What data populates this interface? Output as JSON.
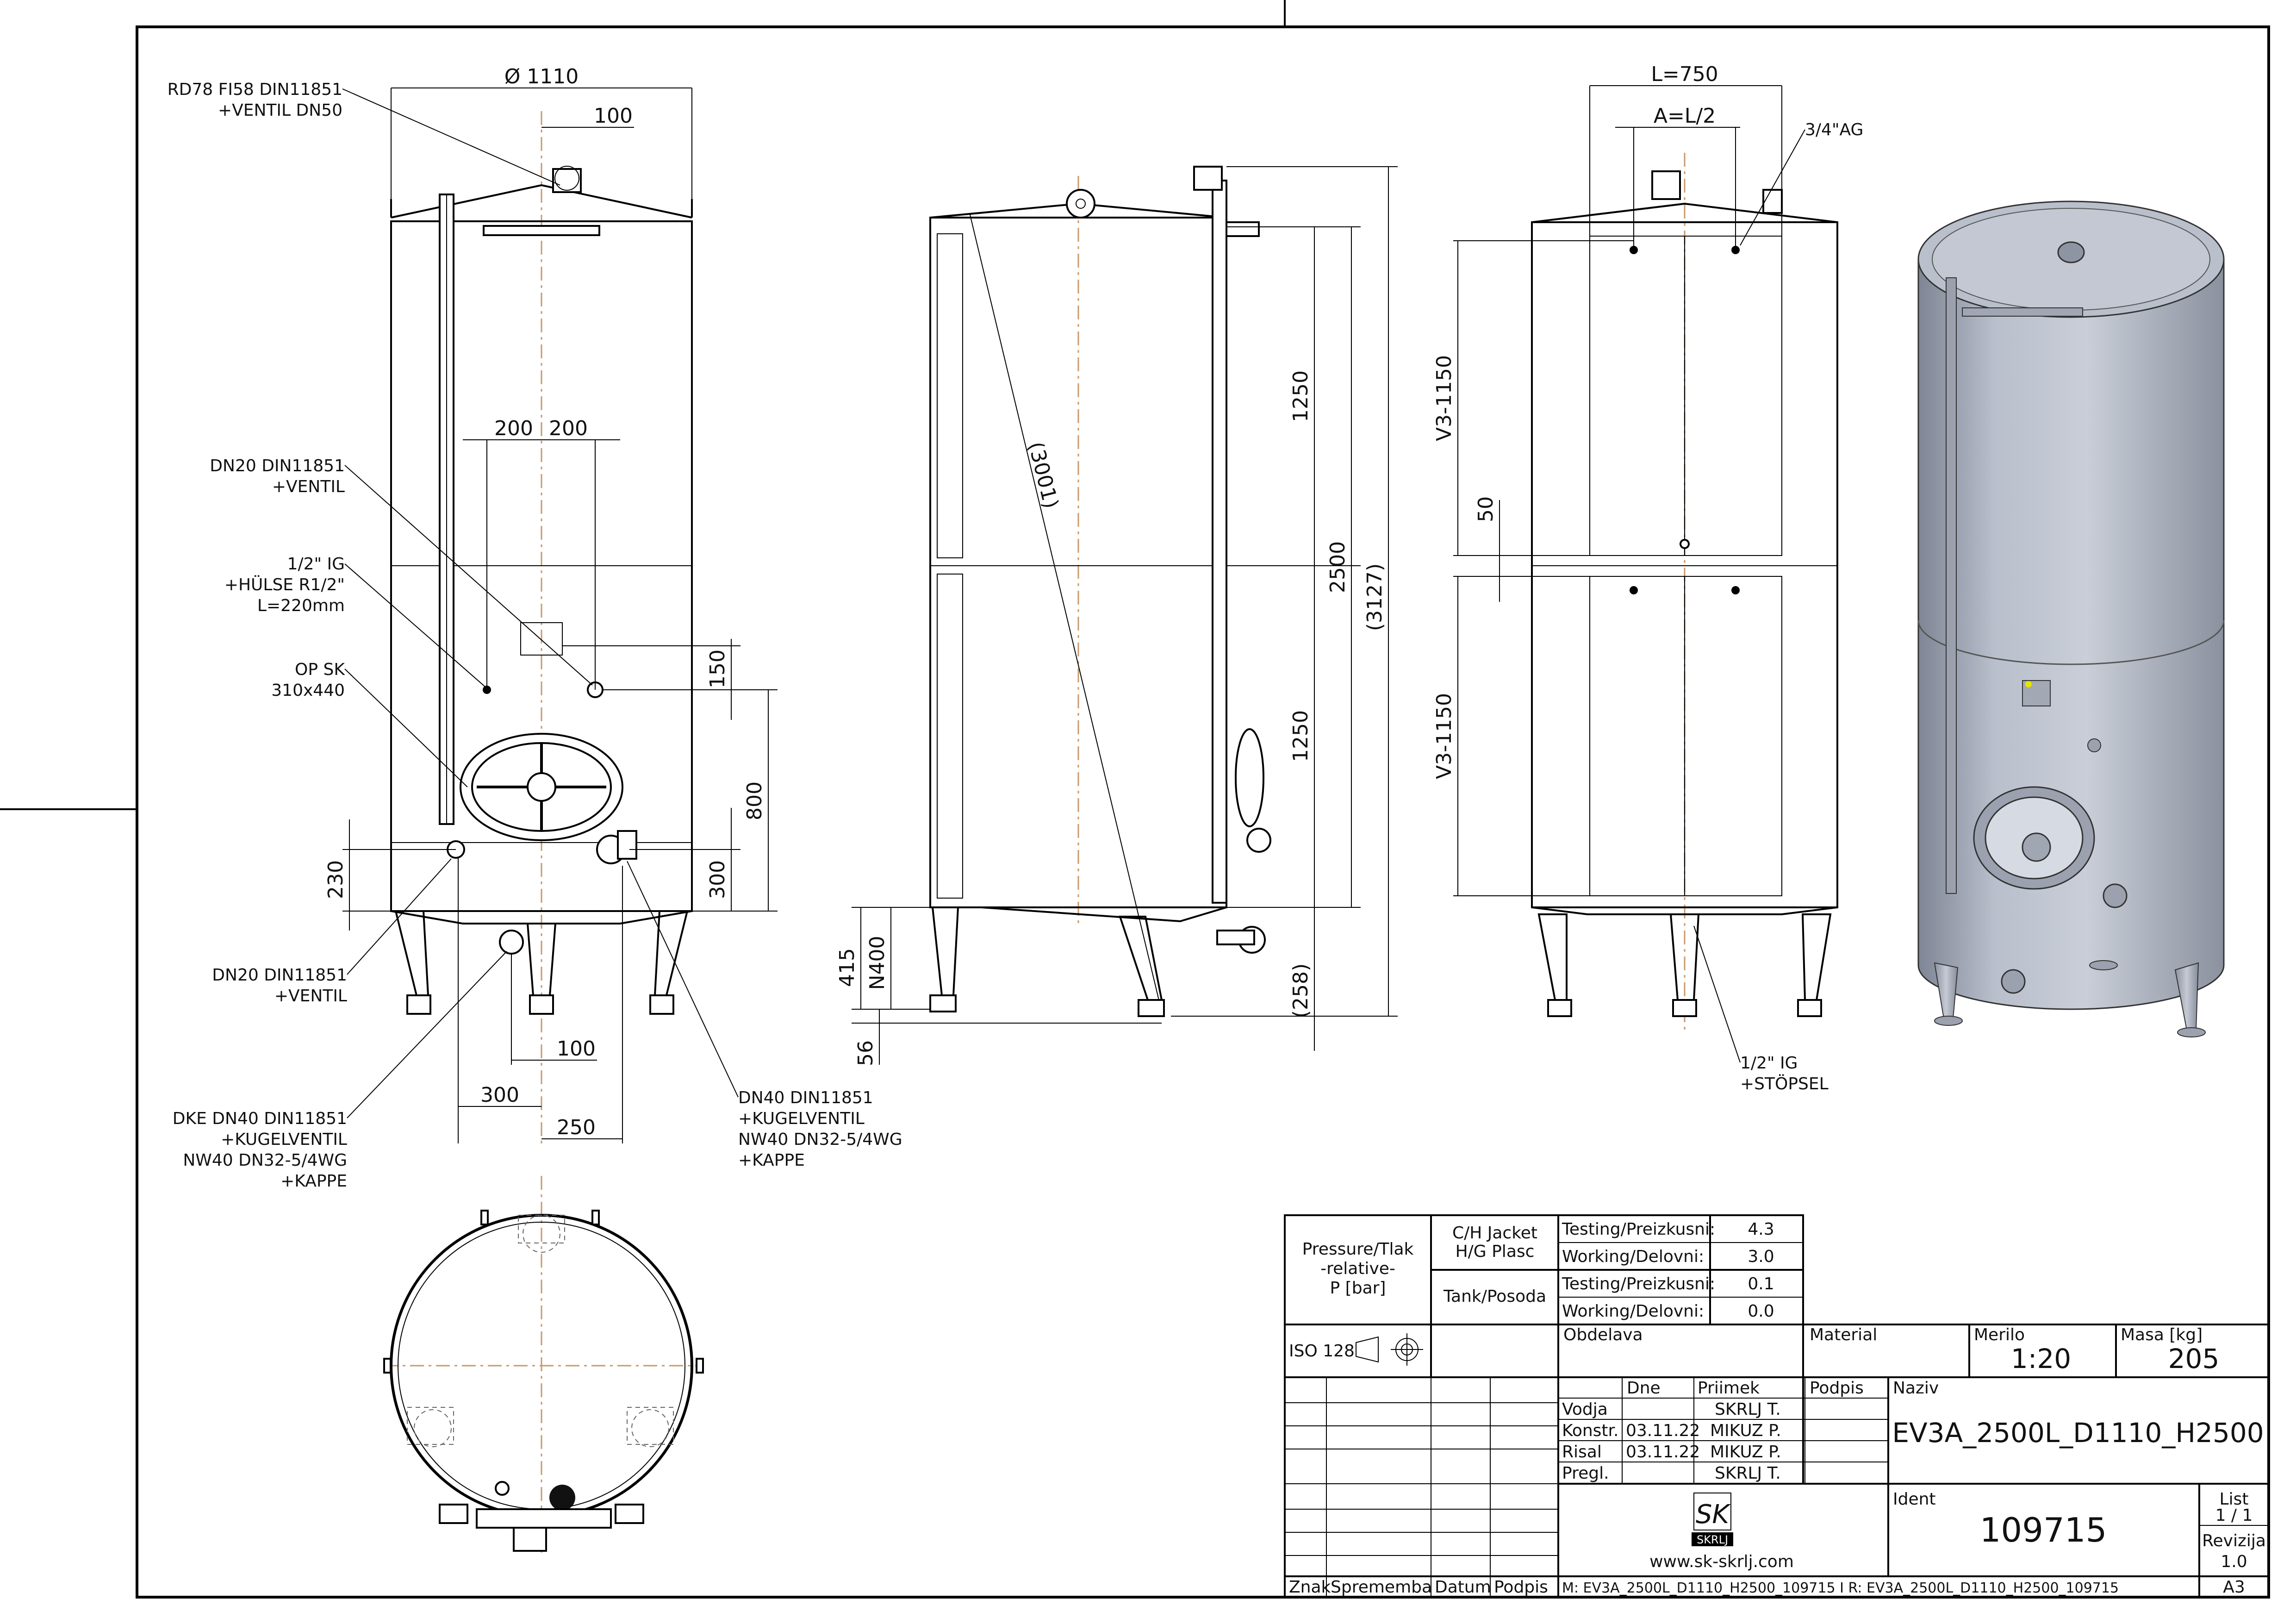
{
  "dimensions": {
    "diameter": "Ø 1110",
    "d100_top": "100",
    "d200_left": "200",
    "d200_right": "200",
    "d150": "150",
    "d800": "800",
    "d300_right": "300",
    "d230": "230",
    "d100_bottom": "100",
    "d300_bottom": "300",
    "d250": "250",
    "d1250_top": "1250",
    "d1250_bottom": "1250",
    "d2500": "2500",
    "d3127": "(3127)",
    "d3001": "(3001)",
    "d258": "(258)",
    "d415": "415",
    "dN400": "N400",
    "d56": "56",
    "L750": "L=750",
    "A_L2": "A=L/2",
    "V3_top": "V3-1150",
    "V3_bottom": "V3-1150",
    "d50": "50"
  },
  "notes": {
    "rd78_l1": "RD78 FI58 DIN11851",
    "rd78_l2": "+VENTIL DN50",
    "dn20_top_l1": "DN20 DIN11851",
    "dn20_top_l2": "+VENTIL",
    "hulse_l1": "1/2\" IG",
    "hulse_l2": "+HÜLSE R1/2\"",
    "hulse_l3": "L=220mm",
    "opsk_l1": "OP SK",
    "opsk_l2": "310x440",
    "dn20_bot_l1": "DN20 DIN11851",
    "dn20_bot_l2": "+VENTIL",
    "dke_l1": "DKE DN40 DIN11851",
    "dke_l2": "+KUGELVENTIL",
    "dke_l3": "NW40 DN32-5/4WG",
    "dke_l4": "+KAPPE",
    "dn40_l1": "DN40 DIN11851",
    "dn40_l2": "+KUGELVENTIL",
    "dn40_l3": "NW40 DN32-5/4WG",
    "dn40_l4": "+KAPPE",
    "ag34": "3/4\"AG",
    "stopsel_l1": "1/2\" IG",
    "stopsel_l2": "+STÖPSEL"
  },
  "titleblock": {
    "pressure_l1": "Pressure/Tlak",
    "pressure_l2": "-relative-",
    "pressure_l3": "P [bar]",
    "jacket_l1": "C/H Jacket",
    "jacket_l2": "H/G Plasc",
    "tank": "Tank/Posoda",
    "testing1": "Testing/Preizkusni:",
    "testing1_val": "4.3",
    "working1": "Working/Delovni:",
    "working1_val": "3.0",
    "testing2": "Testing/Preizkusni:",
    "testing2_val": "0.1",
    "working2": "Working/Delovni:",
    "working2_val": "0.0",
    "iso": "ISO 128",
    "obdelava": "Obdelava",
    "material": "Material",
    "merilo": "Merilo",
    "merilo_val": "1:20",
    "masa": "Masa [kg]",
    "masa_val": "205",
    "dne": "Dne",
    "priimek": "Priimek",
    "podpis": "Podpis",
    "naziv": "Naziv",
    "naziv_val": "EV3A_2500L_D1110_H2500",
    "rows": [
      {
        "role": "Vodja",
        "date": "",
        "name": "SKRLJ T."
      },
      {
        "role": "Konstr.",
        "date": "03.11.22",
        "name": "MIKUZ P."
      },
      {
        "role": "Risal",
        "date": "03.11.22",
        "name": "MIKUZ P."
      },
      {
        "role": "Pregl.",
        "date": "",
        "name": "SKRLJ T."
      }
    ],
    "ident": "Ident",
    "ident_val": "109715",
    "list": "List",
    "list_val": "1 / 1",
    "revizija": "Revizija",
    "revizija_val": "1.0",
    "logo_text": "SKRLJ",
    "website": "www.sk-skrlj.com",
    "znak": "Znak",
    "sprememba": "Sprememba",
    "datum": "Datum",
    "podpis2": "Podpis",
    "file": "M: EV3A_2500L_D1110_H2500_109715 I R: EV3A_2500L_D1110_H2500_109715",
    "format": "A3"
  }
}
